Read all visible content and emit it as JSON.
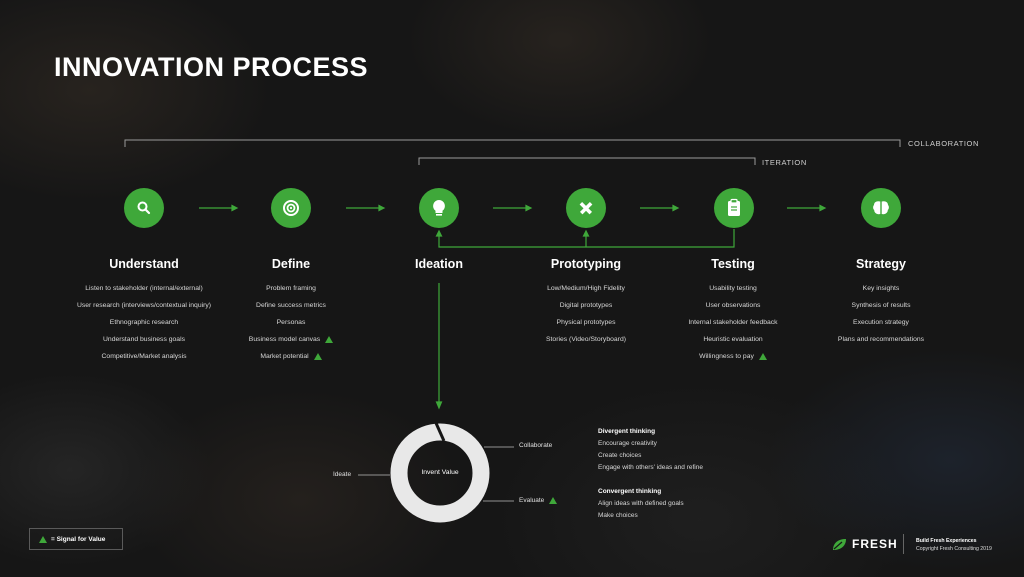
{
  "title": "INNOVATION PROCESS",
  "brackets": {
    "collaboration": "COLLABORATION",
    "iteration": "ITERATION"
  },
  "stages": [
    {
      "name": "Understand",
      "icon": "search-icon",
      "items": [
        {
          "text": "Listen to stakeholder (internal/external)",
          "signal": false
        },
        {
          "text": "User research (interviews/contextual inquiry)",
          "signal": false
        },
        {
          "text": "Ethnographic research",
          "signal": false
        },
        {
          "text": "Understand business goals",
          "signal": false
        },
        {
          "text": "Competitive/Market analysis",
          "signal": false
        }
      ]
    },
    {
      "name": "Define",
      "icon": "target-icon",
      "items": [
        {
          "text": "Problem framing",
          "signal": false
        },
        {
          "text": "Define success metrics",
          "signal": false
        },
        {
          "text": "Personas",
          "signal": false
        },
        {
          "text": "Business model canvas",
          "signal": true
        },
        {
          "text": "Market potential",
          "signal": true
        }
      ]
    },
    {
      "name": "Ideation",
      "icon": "lightbulb-icon",
      "items": []
    },
    {
      "name": "Prototyping",
      "icon": "pencil-ruler-icon",
      "items": [
        {
          "text": "Low/Medium/High Fidelity",
          "signal": false
        },
        {
          "text": "Digital prototypes",
          "signal": false
        },
        {
          "text": "Physical prototypes",
          "signal": false
        },
        {
          "text": "Stories (Video/Storyboard)",
          "signal": false
        }
      ]
    },
    {
      "name": "Testing",
      "icon": "clipboard-icon",
      "items": [
        {
          "text": "Usability testing",
          "signal": false
        },
        {
          "text": "User observations",
          "signal": false
        },
        {
          "text": "Internal stakeholder feedback",
          "signal": false
        },
        {
          "text": "Heuristic evaluation",
          "signal": false
        },
        {
          "text": "Willingness to pay",
          "signal": true
        }
      ]
    },
    {
      "name": "Strategy",
      "icon": "brain-icon",
      "items": [
        {
          "text": "Key insights",
          "signal": false
        },
        {
          "text": "Synthesis of results",
          "signal": false
        },
        {
          "text": "Execution strategy",
          "signal": false
        },
        {
          "text": "Plans and recommendations",
          "signal": false
        }
      ]
    }
  ],
  "cycle": {
    "center": "Invent Value",
    "ideate": "Ideate",
    "collaborate": "Collaborate",
    "evaluate": "Evaluate"
  },
  "divergent": {
    "heading": "Divergent thinking",
    "lines": [
      "Encourage creativity",
      "Create choices",
      "Engage with others' ideas and refine"
    ]
  },
  "convergent": {
    "heading": "Convergent thinking",
    "lines": [
      "Align ideas with defined goals",
      "Make choices"
    ]
  },
  "legend": "= Signal for Value",
  "brand": {
    "name": "FRESH",
    "tagline": "Build Fresh Experiences",
    "copyright": "Copyright Fresh Consulting 2019"
  },
  "colors": {
    "accent": "#3fa83a",
    "background": "#161616",
    "line": "#9a9a9a"
  }
}
